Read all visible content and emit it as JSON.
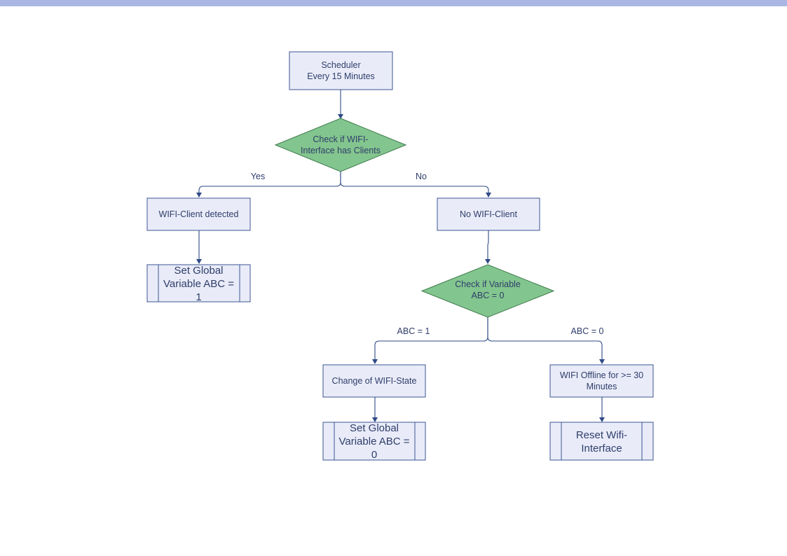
{
  "colors": {
    "top_bar": "#a9b7e2",
    "process_fill": "#e9ecf8",
    "process_stroke": "#3d5494",
    "decision_fill": "#83c58e",
    "edge": "#2f4a86"
  },
  "nodes": {
    "scheduler": {
      "line1": "Scheduler",
      "line2": "Every 15 Minutes"
    },
    "check_clients": {
      "line1": "Check if WIFI-",
      "line2": "Interface has Clients"
    },
    "client_detected": {
      "line1": "WIFI-Client detected"
    },
    "no_client": {
      "line1": "No WIFI-Client"
    },
    "set_abc_1": {
      "line1": "Set Global",
      "line2": "Variable ABC =",
      "line3": "1"
    },
    "check_abc": {
      "line1": "Check if Variable",
      "line2": "ABC = 0"
    },
    "change_state": {
      "line1": "Change of WIFI-State"
    },
    "offline": {
      "line1": "WIFI Offline for >= 30",
      "line2": "Minutes"
    },
    "set_abc_0": {
      "line1": "Set Global",
      "line2": "Variable ABC =",
      "line3": "0"
    },
    "reset_wifi": {
      "line1": "Reset Wifi-",
      "line2": "Interface"
    }
  },
  "edge_labels": {
    "yes": "Yes",
    "no": "No",
    "abc_1": "ABC = 1",
    "abc_0": "ABC = 0"
  }
}
